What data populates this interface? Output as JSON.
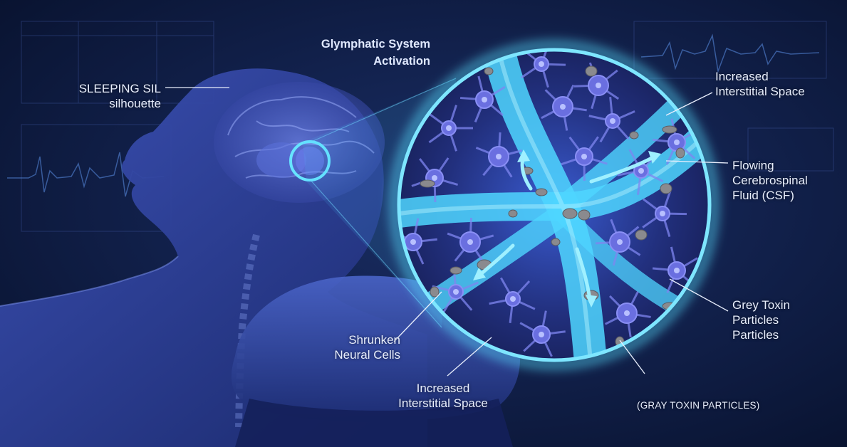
{
  "title": "Glymphatic System\nActivation",
  "labels": {
    "sleeping": "SLEEPING SIL\nsilhouette",
    "increased_top": "Increased\nInterstitial Space",
    "csf": "Flowing\nCerebrospinal\nFluid (CSF)",
    "grey_toxin": "Grey Toxin\nParticles\nParticles",
    "shrunken": "Shrunken\nNeural Cells",
    "increased_bottom": "Increased\nInterstitial Space",
    "gray_caps": "(GRAY TOXIN PARTICLES)"
  },
  "colors": {
    "background": "#0b1838",
    "csf_glow": "#4fd6ff",
    "cell": "#6a6fe0",
    "toxin": "#8a8a8e",
    "body": "#2a3a8a"
  }
}
